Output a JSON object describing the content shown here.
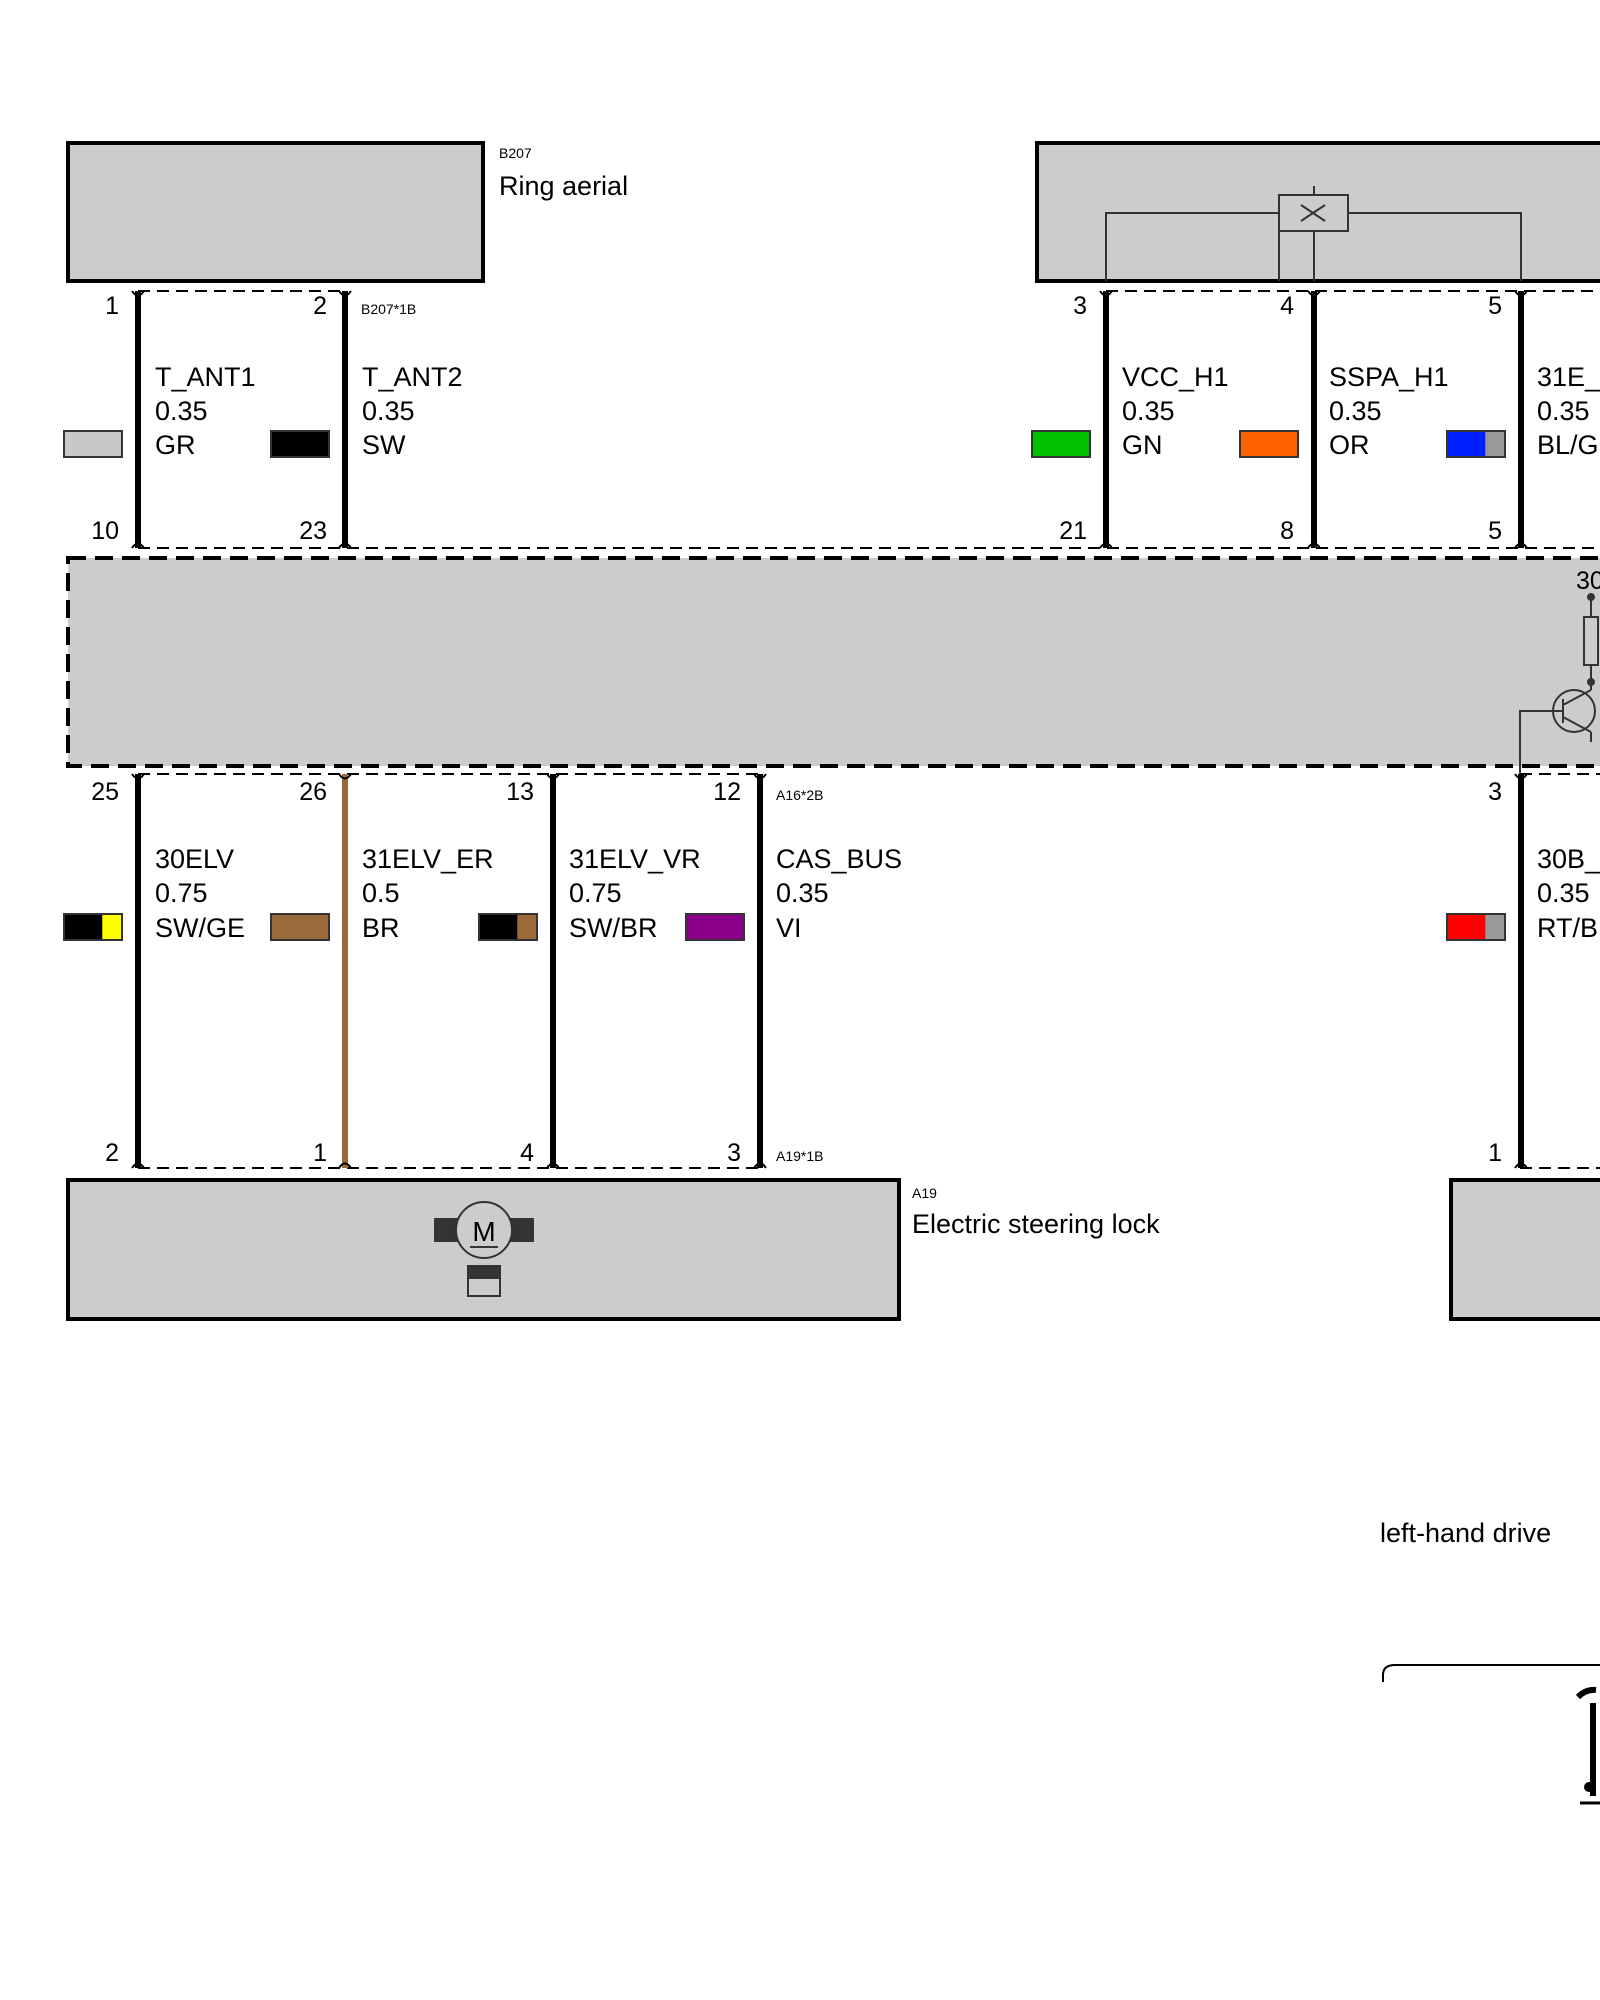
{
  "components": {
    "b207": {
      "id": "B207",
      "name": "Ring aerial",
      "connector": "B207*1B"
    },
    "a16": {
      "connector_top": "A16*2B"
    },
    "a19": {
      "id": "A19",
      "name": "Electric steering lock",
      "connector": "A19*1B",
      "motor_symbol": "M"
    }
  },
  "top_wires": [
    {
      "signal": "T_ANT1",
      "size": "0.35",
      "color": "GR",
      "pin_top": "1",
      "pin_bottom": "10"
    },
    {
      "signal": "T_ANT2",
      "size": "0.35",
      "color": "SW",
      "pin_top": "2",
      "pin_bottom": "23"
    },
    {
      "signal": "VCC_H1",
      "size": "0.35",
      "color": "GN",
      "pin_top": "3",
      "pin_bottom": "21"
    },
    {
      "signal": "SSPA_H1",
      "size": "0.35",
      "color": "OR",
      "pin_top": "4",
      "pin_bottom": "8"
    },
    {
      "signal": "31E_",
      "size": "0.35",
      "color": "BL/G",
      "pin_top": "5",
      "pin_bottom": "5"
    }
  ],
  "bottom_wires": [
    {
      "signal": "30ELV",
      "size": "0.75",
      "color": "SW/GE",
      "pin_top": "25",
      "pin_bottom": "2"
    },
    {
      "signal": "31ELV_ER",
      "size": "0.5",
      "color": "BR",
      "pin_top": "26",
      "pin_bottom": "1"
    },
    {
      "signal": "31ELV_VR",
      "size": "0.75",
      "color": "SW/BR",
      "pin_top": "13",
      "pin_bottom": "4"
    },
    {
      "signal": "CAS_BUS",
      "size": "0.35",
      "color": "VI",
      "pin_top": "12",
      "pin_bottom": "3"
    },
    {
      "signal": "30B_",
      "size": "0.35",
      "color": "RT/B",
      "pin_top": "3",
      "pin_bottom": "1"
    }
  ],
  "module_fragment_label": "30",
  "note": "left-hand drive",
  "colors": {
    "component_fill": "#cccccc",
    "wire_black": "#000000",
    "wire_brown": "#9a6a3a",
    "GR": "#c8c8c8",
    "SW": "#000000",
    "GN": "#00c000",
    "OR": "#ff6000",
    "BL": "#0020ff",
    "GE": "#ffff00",
    "BR": "#9a6a3a",
    "VI": "#8a008a",
    "RT": "#ff0000"
  }
}
